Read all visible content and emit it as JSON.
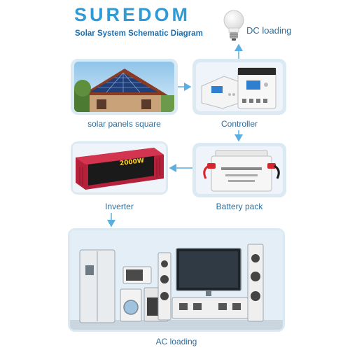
{
  "header": {
    "brand": "SUREDOM",
    "subtitle": "Solar System Schematic Diagram"
  },
  "nodes": {
    "dc_loading": "DC loading",
    "solar_panels": "solar panels square",
    "controller": "Controller",
    "inverter": "Inverter",
    "battery_pack": "Battery pack",
    "ac_loading": "AC loading"
  },
  "product_text": {
    "inverter_rating": "2000W"
  },
  "colors": {
    "title": "#2e9ad6",
    "subtitle": "#1a6fb0",
    "label": "#2c6e9e",
    "box_bg": "#dbe9f3",
    "arrow": "#5aaee0",
    "inverter_body": "#b5203a"
  }
}
